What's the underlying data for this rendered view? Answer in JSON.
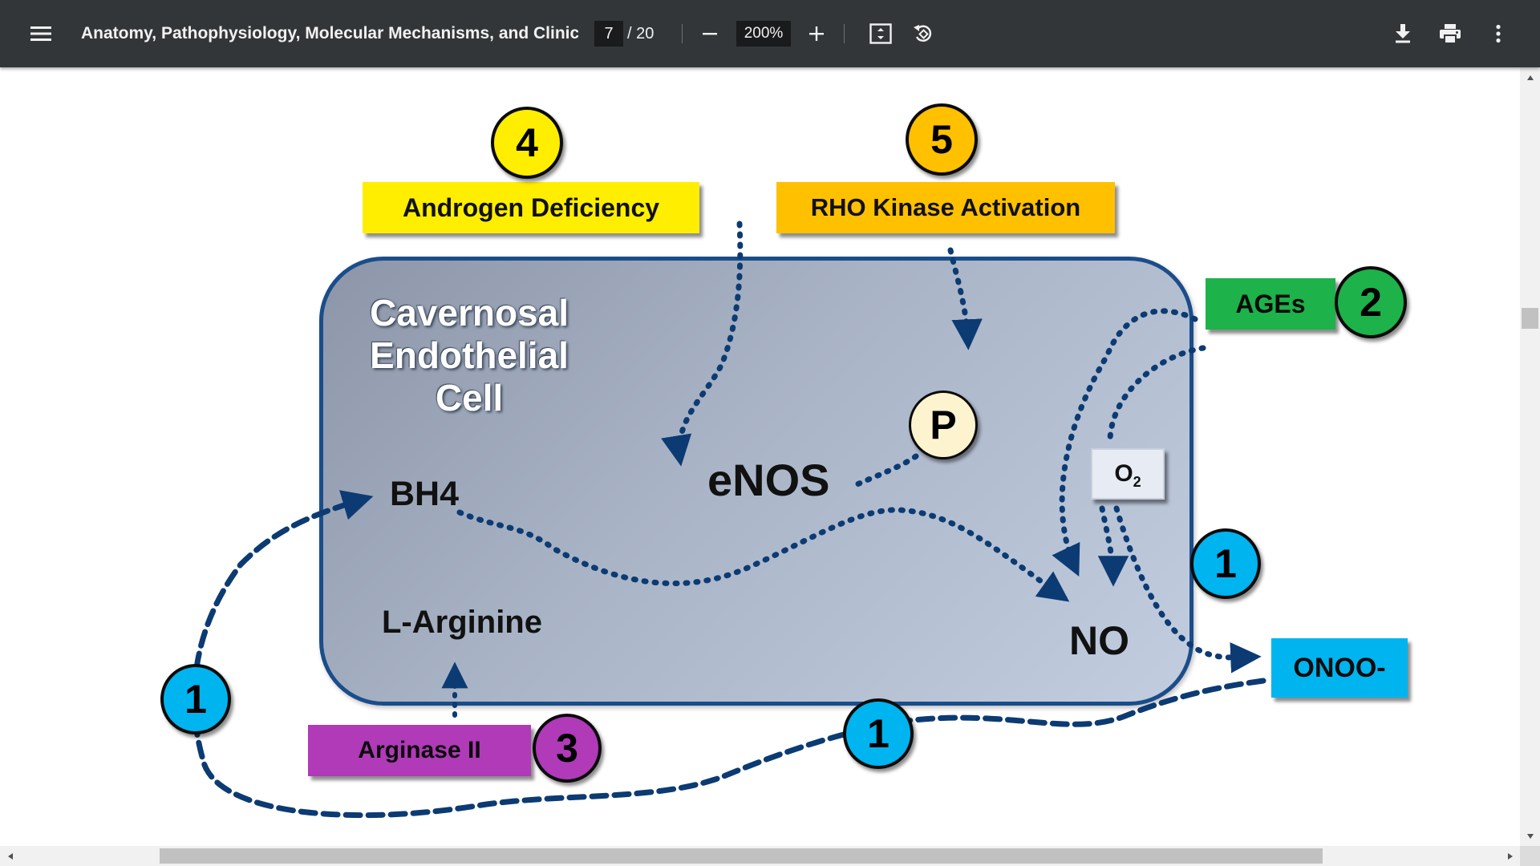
{
  "toolbar": {
    "menu_icon": "hamburger-menu-icon",
    "title": "Anatomy, Pathophysiology, Molecular Mechanisms, and Clinical...",
    "current_page": "7",
    "total_pages": "/ 20",
    "zoom": "200%",
    "icons": [
      "zoom-out-icon",
      "zoom-in-icon",
      "fit-page-icon",
      "rotate-icon",
      "download-icon",
      "print-icon",
      "more-options-icon"
    ]
  },
  "diagram": {
    "cell_title": "Cavernosal\nEndothelial\nCell",
    "labels": {
      "bh4": "BH4",
      "enos": "eNOS",
      "l_arginine": "L-Arginine",
      "no": "NO",
      "p": "P",
      "o2": "O",
      "o2_sub": "2"
    },
    "boxes": {
      "androgen": "Androgen Deficiency",
      "rho": "RHO Kinase Activation",
      "ages": "AGEs",
      "arginase": "Arginase II",
      "onoo": "ONOO-"
    },
    "markers": {
      "m4": "4",
      "m5": "5",
      "m2": "2",
      "m3": "3",
      "m1_right": "1",
      "m1_left": "1",
      "m1_bottom": "1"
    }
  },
  "colors": {
    "toolbar_bg": "#323639",
    "androgen_yellow": "#ffee00",
    "rho_orange": "#ffc000",
    "ages_green": "#1db24a",
    "arginase_purple": "#b03ab8",
    "onoo_cyan": "#00b4f0",
    "arrow_blue": "#0c3b73"
  }
}
